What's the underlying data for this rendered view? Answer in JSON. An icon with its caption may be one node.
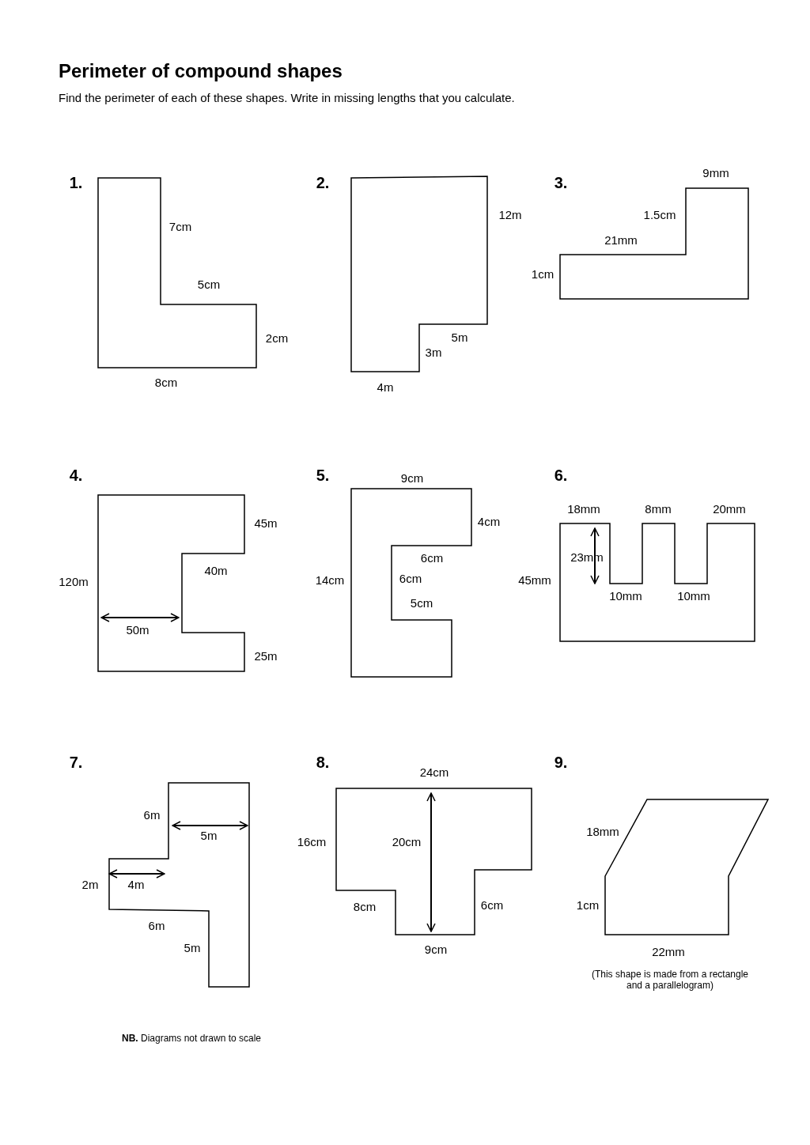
{
  "diagram": {
    "title": "Perimeter of compound shapes",
    "labels": [
      "Find the perimeter of each of these shapes. Write in missing lengths that you calculate.",
      "1.",
      "7cm",
      "5cm",
      "2cm",
      "8cm",
      "2.",
      "12m",
      "5m",
      "3m",
      "4m",
      "3.",
      "9mm",
      "1.5cm",
      "21mm",
      "1cm",
      "4.",
      "45m",
      "40m",
      "120m",
      "50m",
      "25m",
      "5.",
      "9cm",
      "4cm",
      "6cm",
      "14cm",
      "6cm",
      "5cm",
      "6.",
      "18mm",
      "8mm",
      "20mm",
      "23mm",
      "45mm",
      "10mm",
      "10mm",
      "7.",
      "6m",
      "5m",
      "2m",
      "4m",
      "6m",
      "5m",
      "8.",
      "24cm",
      "16cm",
      "20cm",
      "8cm",
      "6cm",
      "9cm",
      "9.",
      "18mm",
      "1cm",
      "22mm",
      "(This shape is made from a rectangle and a parallelogram)",
      "**NB.** Diagrams not drawn to scale"
    ]
  }
}
